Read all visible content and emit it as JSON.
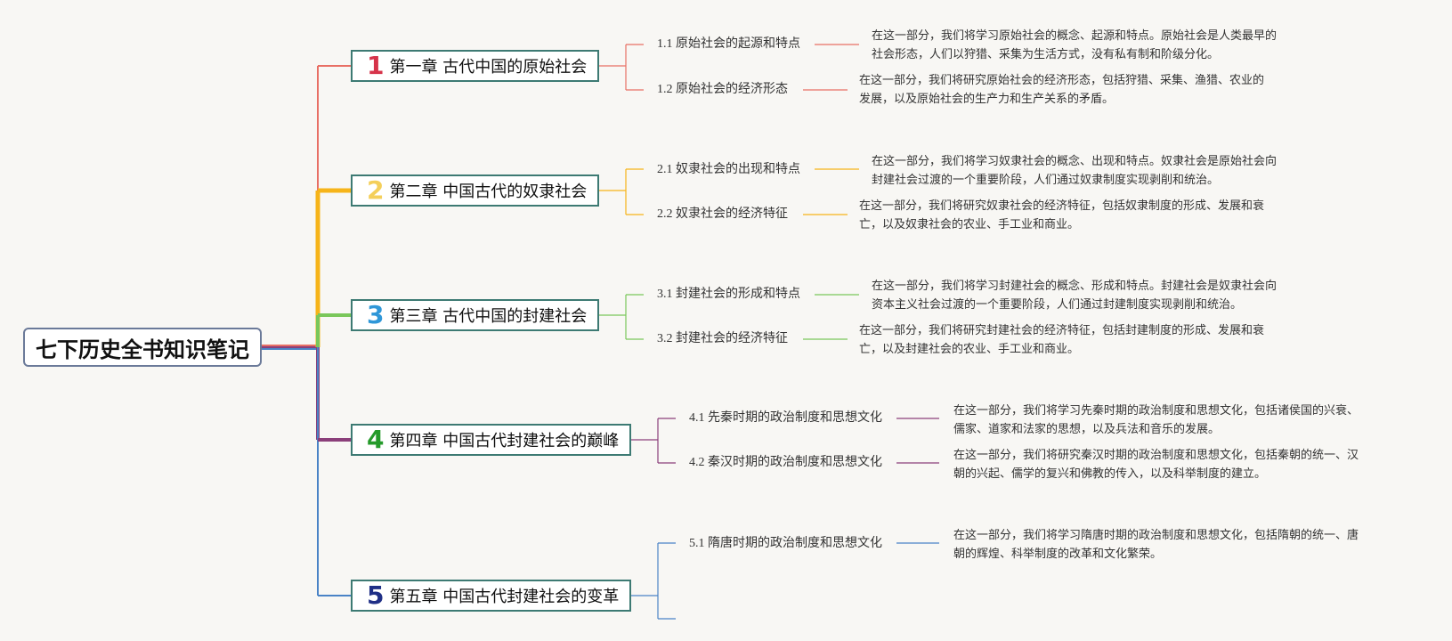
{
  "root": {
    "title": "七下历史全书知识笔记"
  },
  "chapters": [
    {
      "number": "1",
      "title": "第一章 古代中国的原始社会",
      "color": "#e86f65",
      "number_color": "#d6334a",
      "topics": [
        {
          "title": "1.1 原始社会的起源和特点",
          "desc_line1": "在这一部分，我们将学习原始社会的概念、起源和特点。原始社会是人类最早的",
          "desc_line2": "社会形态，人们以狩猎、采集为生活方式，没有私有制和阶级分化。"
        },
        {
          "title": "1.2 原始社会的经济形态",
          "desc_line1": "在这一部分，我们将研究原始社会的经济形态，包括狩猎、采集、渔猎、农业的",
          "desc_line2": "发展，以及原始社会的生产力和生产关系的矛盾。"
        }
      ]
    },
    {
      "number": "2",
      "title": "第二章 中国古代的奴隶社会",
      "color": "#f6b419",
      "number_color": "#f4cf5a",
      "topics": [
        {
          "title": "2.1 奴隶社会的出现和特点",
          "desc_line1": "在这一部分，我们将学习奴隶社会的概念、出现和特点。奴隶社会是原始社会向",
          "desc_line2": "封建社会过渡的一个重要阶段，人们通过奴隶制度实现剥削和统治。"
        },
        {
          "title": "2.2 奴隶社会的经济特征",
          "desc_line1": "在这一部分，我们将研究奴隶社会的经济特征，包括奴隶制度的形成、发展和衰",
          "desc_line2": "亡，以及奴隶社会的农业、手工业和商业。"
        }
      ]
    },
    {
      "number": "3",
      "title": "第三章 古代中国的封建社会",
      "color": "#7ac75a",
      "number_color": "#2f97d8",
      "topics": [
        {
          "title": "3.1 封建社会的形成和特点",
          "desc_line1": "在这一部分，我们将学习封建社会的概念、形成和特点。封建社会是奴隶社会向",
          "desc_line2": "资本主义社会过渡的一个重要阶段，人们通过封建制度实现剥削和统治。"
        },
        {
          "title": "3.2 封建社会的经济特征",
          "desc_line1": "在这一部分，我们将研究封建社会的经济特征，包括封建制度的形成、发展和衰",
          "desc_line2": "亡，以及封建社会的农业、手工业和商业。"
        }
      ]
    },
    {
      "number": "4",
      "title": "第四章 中国古代封建社会的巅峰",
      "color": "#8b3f7a",
      "number_color": "#249a2a",
      "topics": [
        {
          "title": "4.1 先秦时期的政治制度和思想文化",
          "desc_line1": "在这一部分，我们将学习先秦时期的政治制度和思想文化，包括诸侯国的兴衰、",
          "desc_line2": "儒家、道家和法家的思想，以及兵法和音乐的发展。"
        },
        {
          "title": "4.2 秦汉时期的政治制度和思想文化",
          "desc_line1": "在这一部分，我们将研究秦汉时期的政治制度和思想文化，包括秦朝的统一、汉",
          "desc_line2": "朝的兴起、儒学的复兴和佛教的传入，以及科举制度的建立。"
        }
      ]
    },
    {
      "number": "5",
      "title": "第五章 中国古代封建社会的变革",
      "color": "#4a83c6",
      "number_color": "#1f2f86",
      "topics": [
        {
          "title": "5.1 隋唐时期的政治制度和思想文化",
          "desc_line1": "在这一部分，我们将学习隋唐时期的政治制度和思想文化，包括隋朝的统一、唐",
          "desc_line2": "朝的辉煌、科举制度的改革和文化繁荣。"
        }
      ]
    }
  ]
}
